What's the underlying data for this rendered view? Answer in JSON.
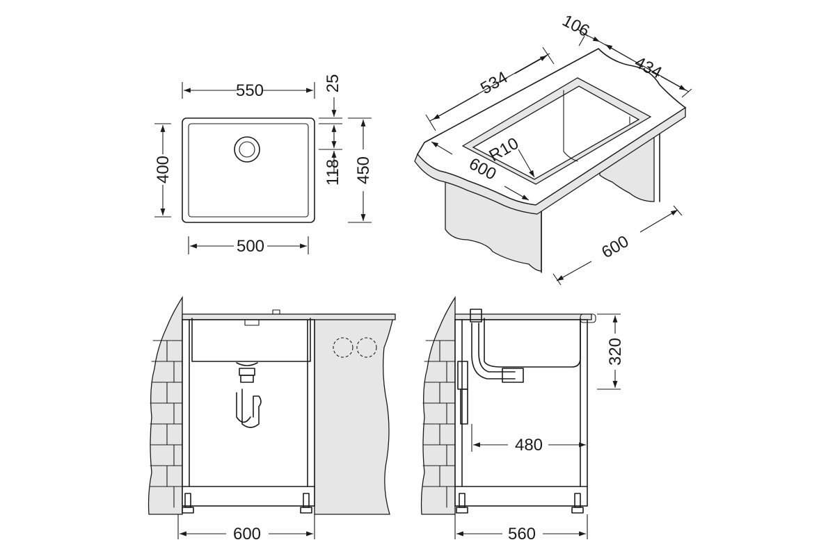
{
  "colors": {
    "line": "#1a1a1a",
    "fill": "#e6e6e6",
    "background": "#ffffff"
  },
  "top_view": {
    "dim_width_top": "550",
    "dim_width_bottom": "500",
    "dim_height_left": "400",
    "dim_offset_top": "25",
    "dim_drain_offset": "118",
    "dim_height_right": "450"
  },
  "iso_view": {
    "dim_106": "106",
    "dim_434": "434",
    "dim_534": "534",
    "dim_radius": "R10",
    "dim_600_front": "600",
    "dim_600_depth": "600"
  },
  "front_view": {
    "dim_cabinet_width": "600"
  },
  "side_view": {
    "dim_depth": "320",
    "dim_drain": "480",
    "dim_cabinet_depth": "560"
  }
}
